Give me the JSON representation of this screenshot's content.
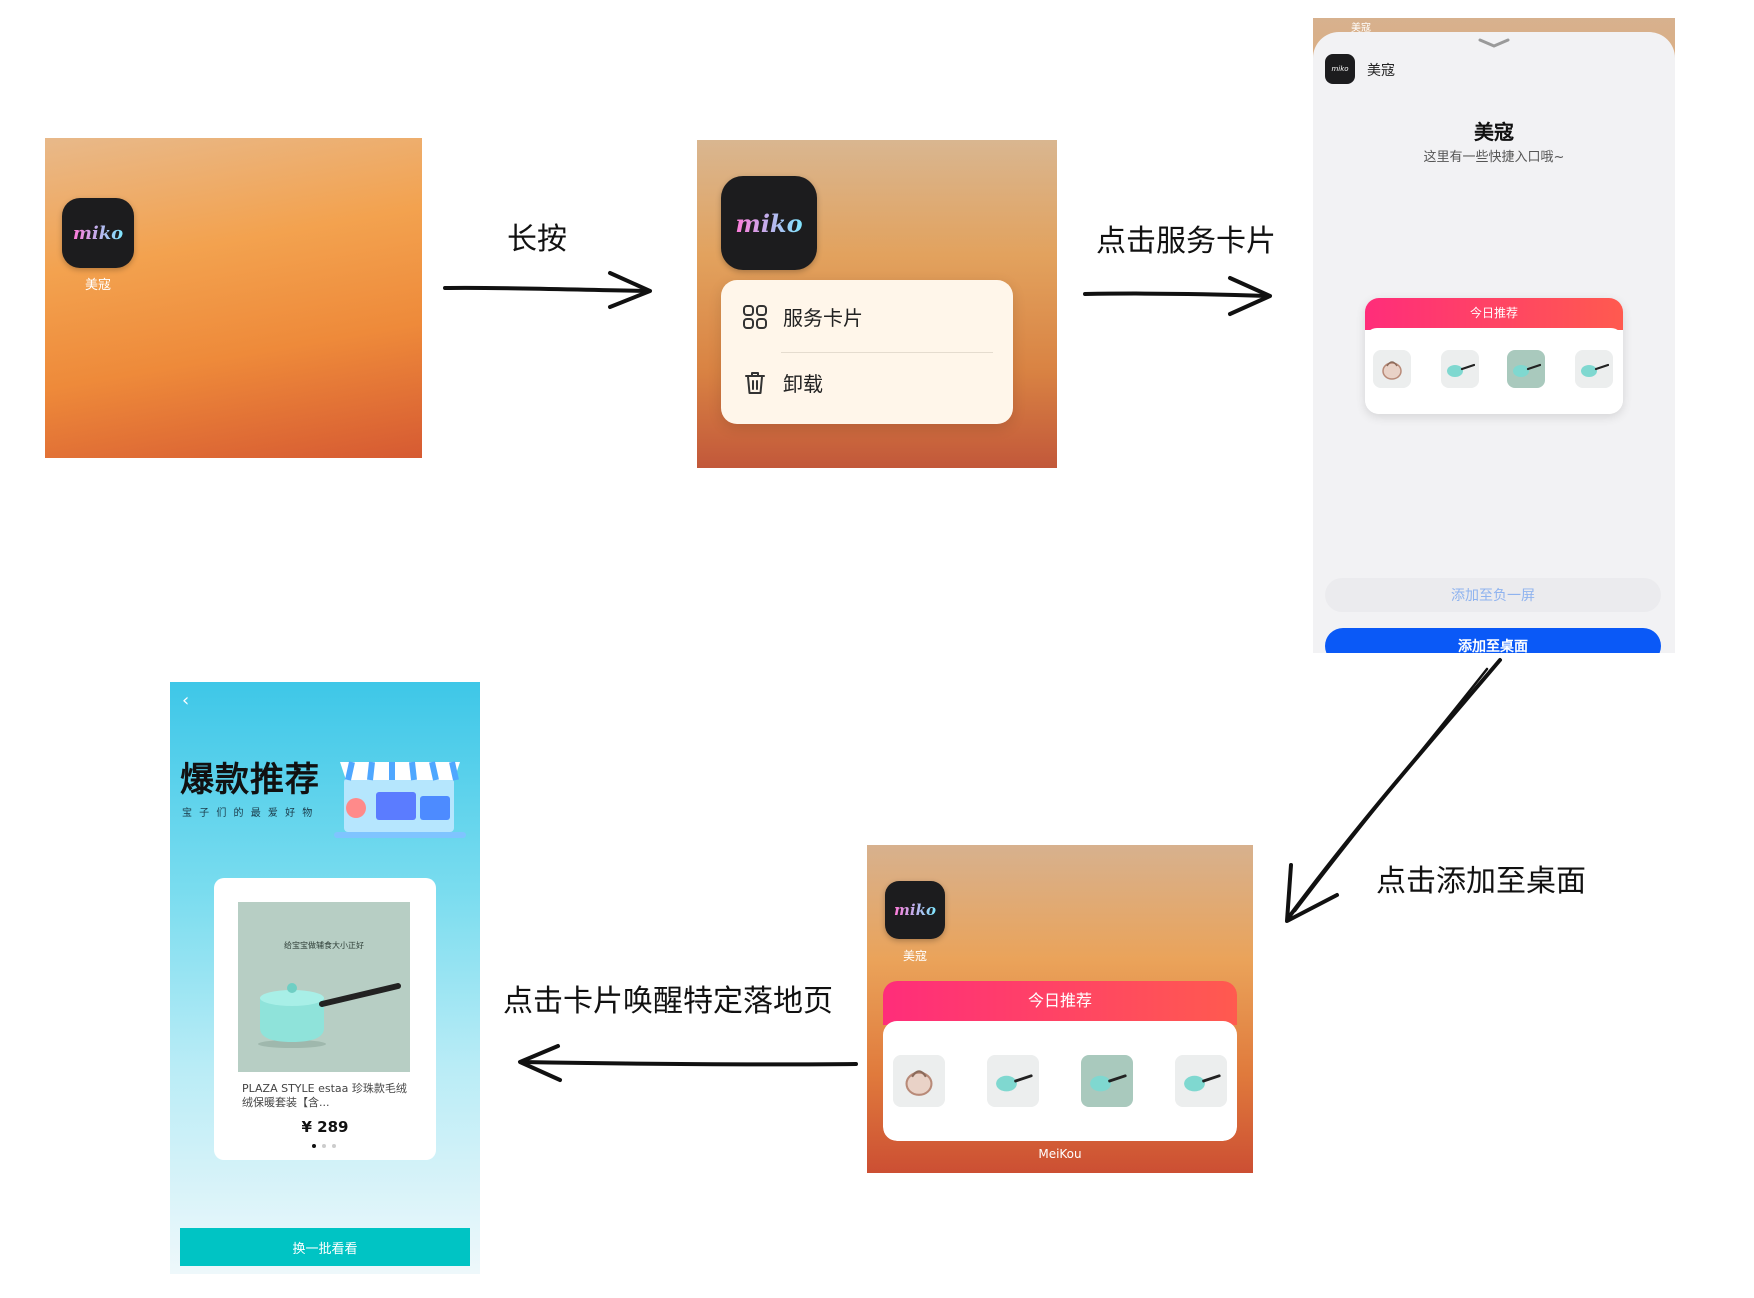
{
  "app": {
    "name": "美寇",
    "logo_text": "miko",
    "brand_label": "MeiKou"
  },
  "steps": {
    "long_press": "长按",
    "tap_service_card": "点击服务卡片",
    "tap_add_to_desktop": "点击添加至桌面",
    "tap_card_wake": "点击卡片唤醒特定落地页"
  },
  "context_menu": {
    "items": [
      {
        "label": "服务卡片",
        "icon": "grid-icon"
      },
      {
        "label": "卸载",
        "icon": "trash-icon"
      }
    ]
  },
  "sheet": {
    "status_peek": "美寇",
    "app_name": "美寇",
    "title": "美寇",
    "subtitle": "这里有一些快捷入口哦~",
    "add_negative_screen": "添加至负一屏",
    "add_desktop": "添加至桌面"
  },
  "widget": {
    "title": "今日推荐"
  },
  "landing": {
    "back": "‹",
    "headline": "爆款推荐",
    "tagline": "宝 子 们 的 最 爱 好 物",
    "product_caption": "给宝宝做辅食大小正好",
    "product_name": "PLAZA STYLE estaa 珍珠款毛绒绒保暖套装【含...",
    "price": "¥ 289",
    "refresh_button": "换一批看看"
  },
  "colors": {
    "widget_gradient_start": "#ff2d7a",
    "widget_gradient_end": "#ff5a4f",
    "primary_button": "#0a59f7",
    "landing_button": "#00c4c4"
  }
}
